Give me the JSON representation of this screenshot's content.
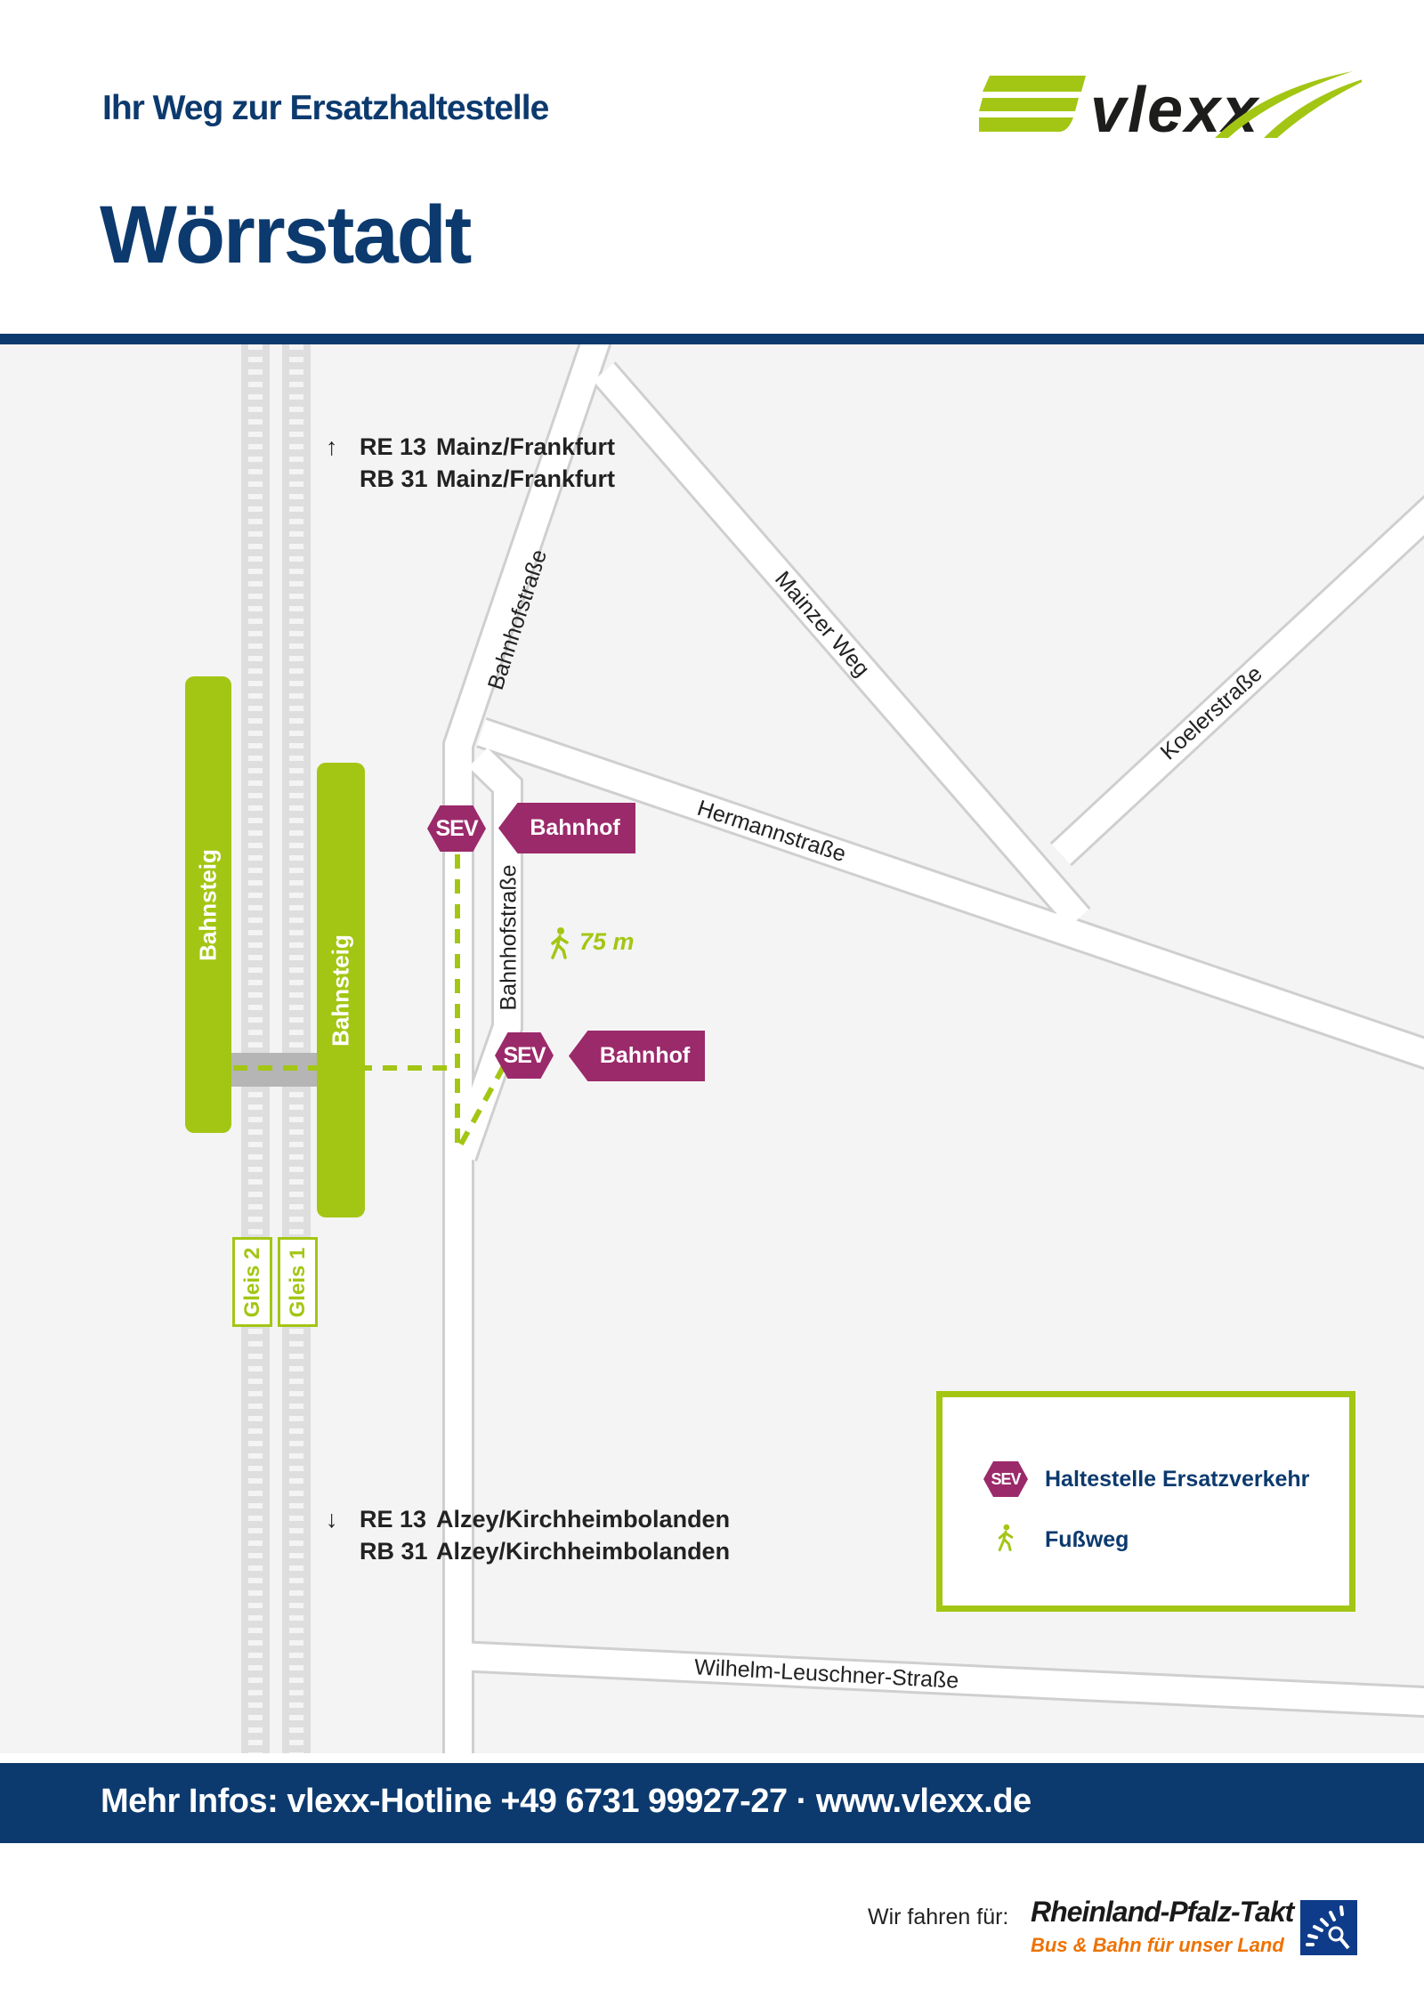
{
  "header": {
    "subtitle": "Ihr Weg zur Ersatzhaltestelle",
    "title": "Wörrstadt",
    "logo_text": "vlexx"
  },
  "colors": {
    "navy": "#0c3a6e",
    "green": "#a3c614",
    "magenta": "#9b2a6a",
    "orange": "#ee7203"
  },
  "map": {
    "streets": {
      "bahnhofstrasse_north": "Bahnhofstraße",
      "mainzer_weg": "Mainzer Weg",
      "koelerstrasse": "Koelerstraße",
      "hermannstrasse": "Hermannstraße",
      "bahnhofstrasse_south": "Bahnhofstraße",
      "wilhelm": "Wilhelm-Leuschner-Straße"
    },
    "platforms": [
      "Bahnsteig",
      "Bahnsteig"
    ],
    "tracks": [
      "Gleis 2",
      "Gleis 1"
    ],
    "stops": [
      {
        "badge": "SEV",
        "name": "Bahnhof"
      },
      {
        "badge": "SEV",
        "name": "Bahnhof"
      }
    ],
    "walk_distance": "75 m",
    "north": {
      "arrow": "↑",
      "lines": [
        {
          "line": "RE 13",
          "dest": "Mainz/Frankfurt"
        },
        {
          "line": "RB 31",
          "dest": "Mainz/Frankfurt"
        }
      ]
    },
    "south": {
      "arrow": "↓",
      "lines": [
        {
          "line": "RE 13",
          "dest": "Alzey/Kirchheimbolanden"
        },
        {
          "line": "RB 31",
          "dest": "Alzey/Kirchheimbolanden"
        }
      ]
    }
  },
  "legend": {
    "sev_badge": "SEV",
    "sev_label": "Haltestelle Ersatzverkehr",
    "walk_label": "Fußweg"
  },
  "footer": {
    "info": "Mehr Infos: vlexx-Hotline +49 6731 99927-27 · www.vlexx.de"
  },
  "partner": {
    "prefix": "Wir fahren für:",
    "name": "Rheinland-Pfalz-Takt",
    "slogan": "Bus & Bahn für unser Land"
  }
}
